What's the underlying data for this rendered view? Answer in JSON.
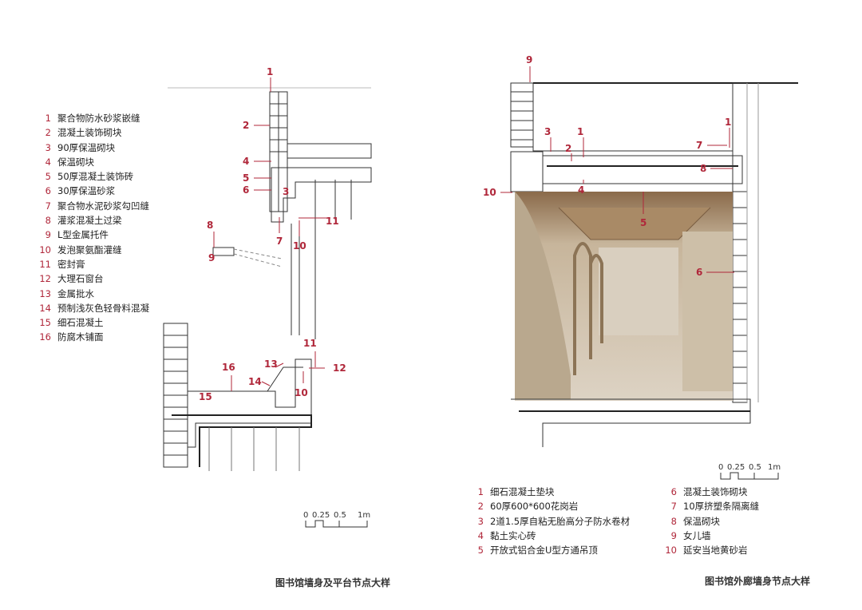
{
  "left_detail": {
    "title": "图书馆墙身及平台节点大样",
    "legend": [
      {
        "n": "1",
        "t": "聚合物防水砂浆嵌缝"
      },
      {
        "n": "2",
        "t": "混凝土装饰砌块"
      },
      {
        "n": "3",
        "t": "90厚保温砌块"
      },
      {
        "n": "4",
        "t": "保温砌块"
      },
      {
        "n": "5",
        "t": "50厚混凝土装饰砖"
      },
      {
        "n": "6",
        "t": "30厚保温砂浆"
      },
      {
        "n": "7",
        "t": "聚合物水泥砂浆勾凹缝"
      },
      {
        "n": "8",
        "t": "灌浆混凝土过梁"
      },
      {
        "n": "9",
        "t": "L型金属托件"
      },
      {
        "n": "10",
        "t": "发泡聚氨酯灌缝"
      },
      {
        "n": "11",
        "t": "密封膏"
      },
      {
        "n": "12",
        "t": "大理石窗台"
      },
      {
        "n": "13",
        "t": "金属批水"
      },
      {
        "n": "14",
        "t": "预制浅灰色轻骨料混凝"
      },
      {
        "n": "15",
        "t": "细石混凝土"
      },
      {
        "n": "16",
        "t": "防腐木铺面"
      }
    ],
    "callouts": [
      "1",
      "2",
      "4",
      "5",
      "6",
      "3",
      "11",
      "7",
      "10",
      "8",
      "9",
      "11",
      "13",
      "12",
      "16",
      "14",
      "10",
      "15"
    ],
    "scale": [
      "0",
      "0.25",
      "0.5",
      "1m"
    ]
  },
  "right_detail": {
    "title": "图书馆外廊墙身节点大样",
    "legend": [
      {
        "n": "1",
        "t": "细石混凝土垫块"
      },
      {
        "n": "2",
        "t": "60厚600*600花岗岩"
      },
      {
        "n": "3",
        "t": "2道1.5厚自粘无胎高分子防水卷材"
      },
      {
        "n": "4",
        "t": "黏土实心砖"
      },
      {
        "n": "5",
        "t": "开放式铝合金U型方通吊顶"
      },
      {
        "n": "6",
        "t": "混凝土装饰砌块"
      },
      {
        "n": "7",
        "t": "10厚挤塑条隔离缝"
      },
      {
        "n": "8",
        "t": "保温砌块"
      },
      {
        "n": "9",
        "t": "女儿墙"
      },
      {
        "n": "10",
        "t": "延安当地黄砂岩"
      }
    ],
    "callouts": [
      "9",
      "3",
      "1",
      "2",
      "4",
      "10",
      "5",
      "7",
      "1",
      "8",
      "6"
    ],
    "scale": [
      "0",
      "0.25",
      "0.5",
      "1m"
    ]
  },
  "colors": {
    "accent": "#b0273a",
    "photo": "#c9b89c"
  }
}
